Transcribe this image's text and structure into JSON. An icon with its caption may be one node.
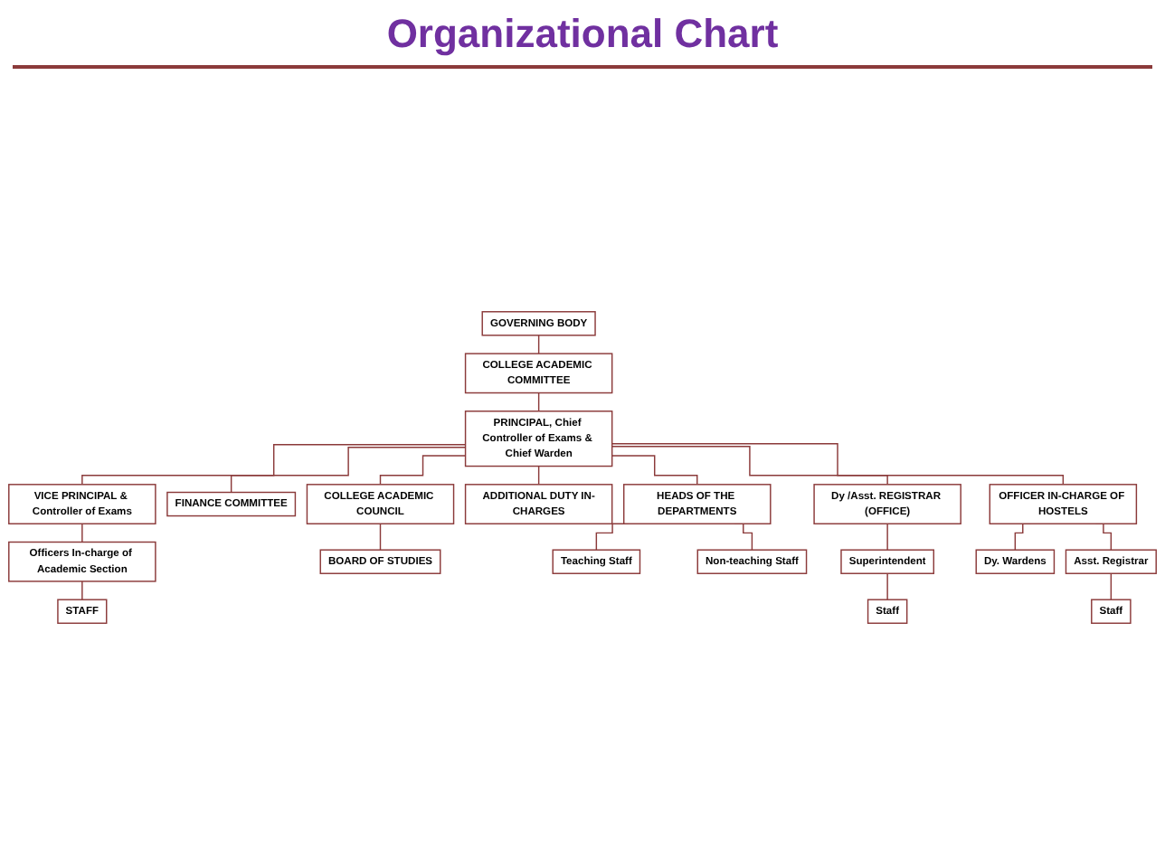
{
  "diagram": {
    "title": "Organizational Chart",
    "nodes": [
      {
        "text": [
          "GOVERNING BODY"
        ]
      },
      {
        "text": [
          "COLLEGE ACADEMIC COMMITTEE"
        ]
      },
      {
        "text": [
          "Officers In-charge of Academic Section"
        ]
      },
      {
        "text": [
          "VICE PRINCIPAL & Controller of Exams"
        ]
      },
      {
        "text": [
          "PRINCIPAL, Chief Controller of Exams & Chief Warden"
        ]
      },
      {
        "text": [
          "FINANCE COMMITTEE"
        ]
      },
      {
        "text": [
          "COLLEGE ACADEMIC COUNCIL"
        ]
      },
      {
        "text": [
          "BOARD OF STUDIES"
        ]
      },
      {
        "text": [
          "STAFF"
        ]
      },
      {
        "text": [
          "ADDITIONAL DUTY IN-CHARGES"
        ]
      },
      {
        "text": [
          "HEADS OF THE DEPARTMENTS"
        ]
      },
      {
        "text": [
          "Dy /Asst. REGISTRAR (OFFICE)"
        ]
      },
      {
        "text": [
          "OFFICER IN-CHARGE OF HOSTELS"
        ]
      },
      {
        "text": [
          "Teaching Staff"
        ]
      },
      {
        "text": [
          "Non-teaching Staff"
        ]
      },
      {
        "text": [
          "Superintendent"
        ]
      },
      {
        "text": [
          "Dy. Wardens"
        ]
      },
      {
        "text": [
          "Asst. Registrar"
        ]
      },
      {
        "text": [
          "Staff"
        ]
      },
      {
        "text": [
          "Staff"
        ]
      }
    ],
    "edges": [
      {
        "from": 0,
        "to": 1,
        "arrow": "none"
      },
      {
        "from": 1,
        "to": 4,
        "arrow": "none"
      },
      {
        "from": 4,
        "to": 3,
        "arrow": "none"
      },
      {
        "from": 3,
        "to": 2,
        "arrow": "none"
      },
      {
        "from": 2,
        "to": 8,
        "arrow": "none"
      },
      {
        "from": 4,
        "to": 5,
        "arrow": "none"
      },
      {
        "from": 4,
        "to": 6,
        "arrow": "none"
      },
      {
        "from": 6,
        "to": 7,
        "arrow": "none"
      },
      {
        "from": 4,
        "to": 9,
        "arrow": "none"
      },
      {
        "from": 4,
        "to": 10,
        "arrow": "none"
      },
      {
        "from": 4,
        "to": 11,
        "arrow": "none"
      },
      {
        "from": 4,
        "to": 12,
        "arrow": "none"
      },
      {
        "from": 10,
        "to": 13,
        "arrow": "none"
      },
      {
        "from": 10,
        "to": 14,
        "arrow": "none"
      },
      {
        "from": 11,
        "to": 15,
        "arrow": "none"
      },
      {
        "from": 15,
        "to": 18,
        "arrow": "none"
      },
      {
        "from": 12,
        "to": 16,
        "arrow": "none"
      },
      {
        "from": 12,
        "to": 17,
        "arrow": "none"
      },
      {
        "from": 17,
        "to": 19,
        "arrow": "none"
      }
    ]
  }
}
